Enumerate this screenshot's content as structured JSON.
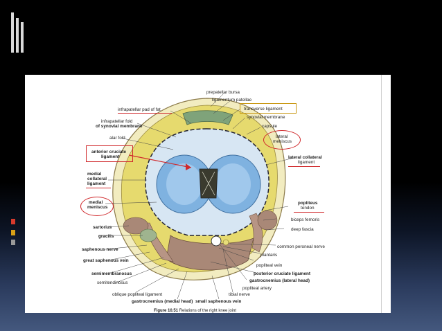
{
  "labels": {
    "prepatellar_bursa": "prepatellar bursa",
    "ligamentum_patellae": "ligamentum patellae",
    "infrapatellar_pad": "infrapatellar pad of fat",
    "transverse_ligament": "transverse ligament",
    "synovial_membrane_r": "synovial membrane",
    "infrapatellar_fold_1": "infrapatellar fold",
    "infrapatellar_fold_2": "of synovial membrane",
    "capsule": "capsule",
    "alar_fold": "alar fold",
    "lateral_meniscus_1": "lateral",
    "lateral_meniscus_2": "meniscus",
    "anterior_cruciate_1": "anterior cruciate",
    "anterior_cruciate_2": "ligament",
    "lateral_collateral_1": "lateral collateral",
    "lateral_collateral_2": "ligament",
    "medial_collateral_1": "medial",
    "medial_collateral_2": "collateral",
    "medial_collateral_3": "ligament",
    "medial_meniscus_1": "medial",
    "medial_meniscus_2": "meniscus",
    "popliteus_tendon_1": "popliteus",
    "popliteus_tendon_2": "tendon",
    "biceps_femoris": "biceps femoris",
    "sartorius": "sartorius",
    "deep_fascia": "deep fascia",
    "gracilis": "gracilis",
    "saphenous_nerve": "saphenous nerve",
    "common_peroneal": "common peroneal nerve",
    "great_saphenous": "great saphenous vein",
    "plantaris": "plantaris",
    "popliteal_vein": "popliteal vein",
    "semimembranosus": "semimembranosus",
    "posterior_cruciate": "posterior cruciate ligament",
    "semitendinosus": "semitendinosus",
    "gastrocnemius_lat": "gastrocnemius (lateral head)",
    "popliteal_artery": "popliteal artery",
    "oblique_popliteal": "oblique popliteal ligament",
    "tibial_nerve": "tibial nerve",
    "gastrocnemius_med": "gastrocnemius (medial head)",
    "small_saphenous": "small saphenous vein"
  },
  "caption": {
    "prefix": "Figure 10.51",
    "text": " Relations of the right knee joint"
  },
  "colors": {
    "meniscus_blue": "#7fb2e0",
    "fat_yellow": "#e8dd7a",
    "muscle_brown": "#a98877",
    "highlight_red": "#d0292c",
    "highlight_gold": "#c8960f"
  }
}
